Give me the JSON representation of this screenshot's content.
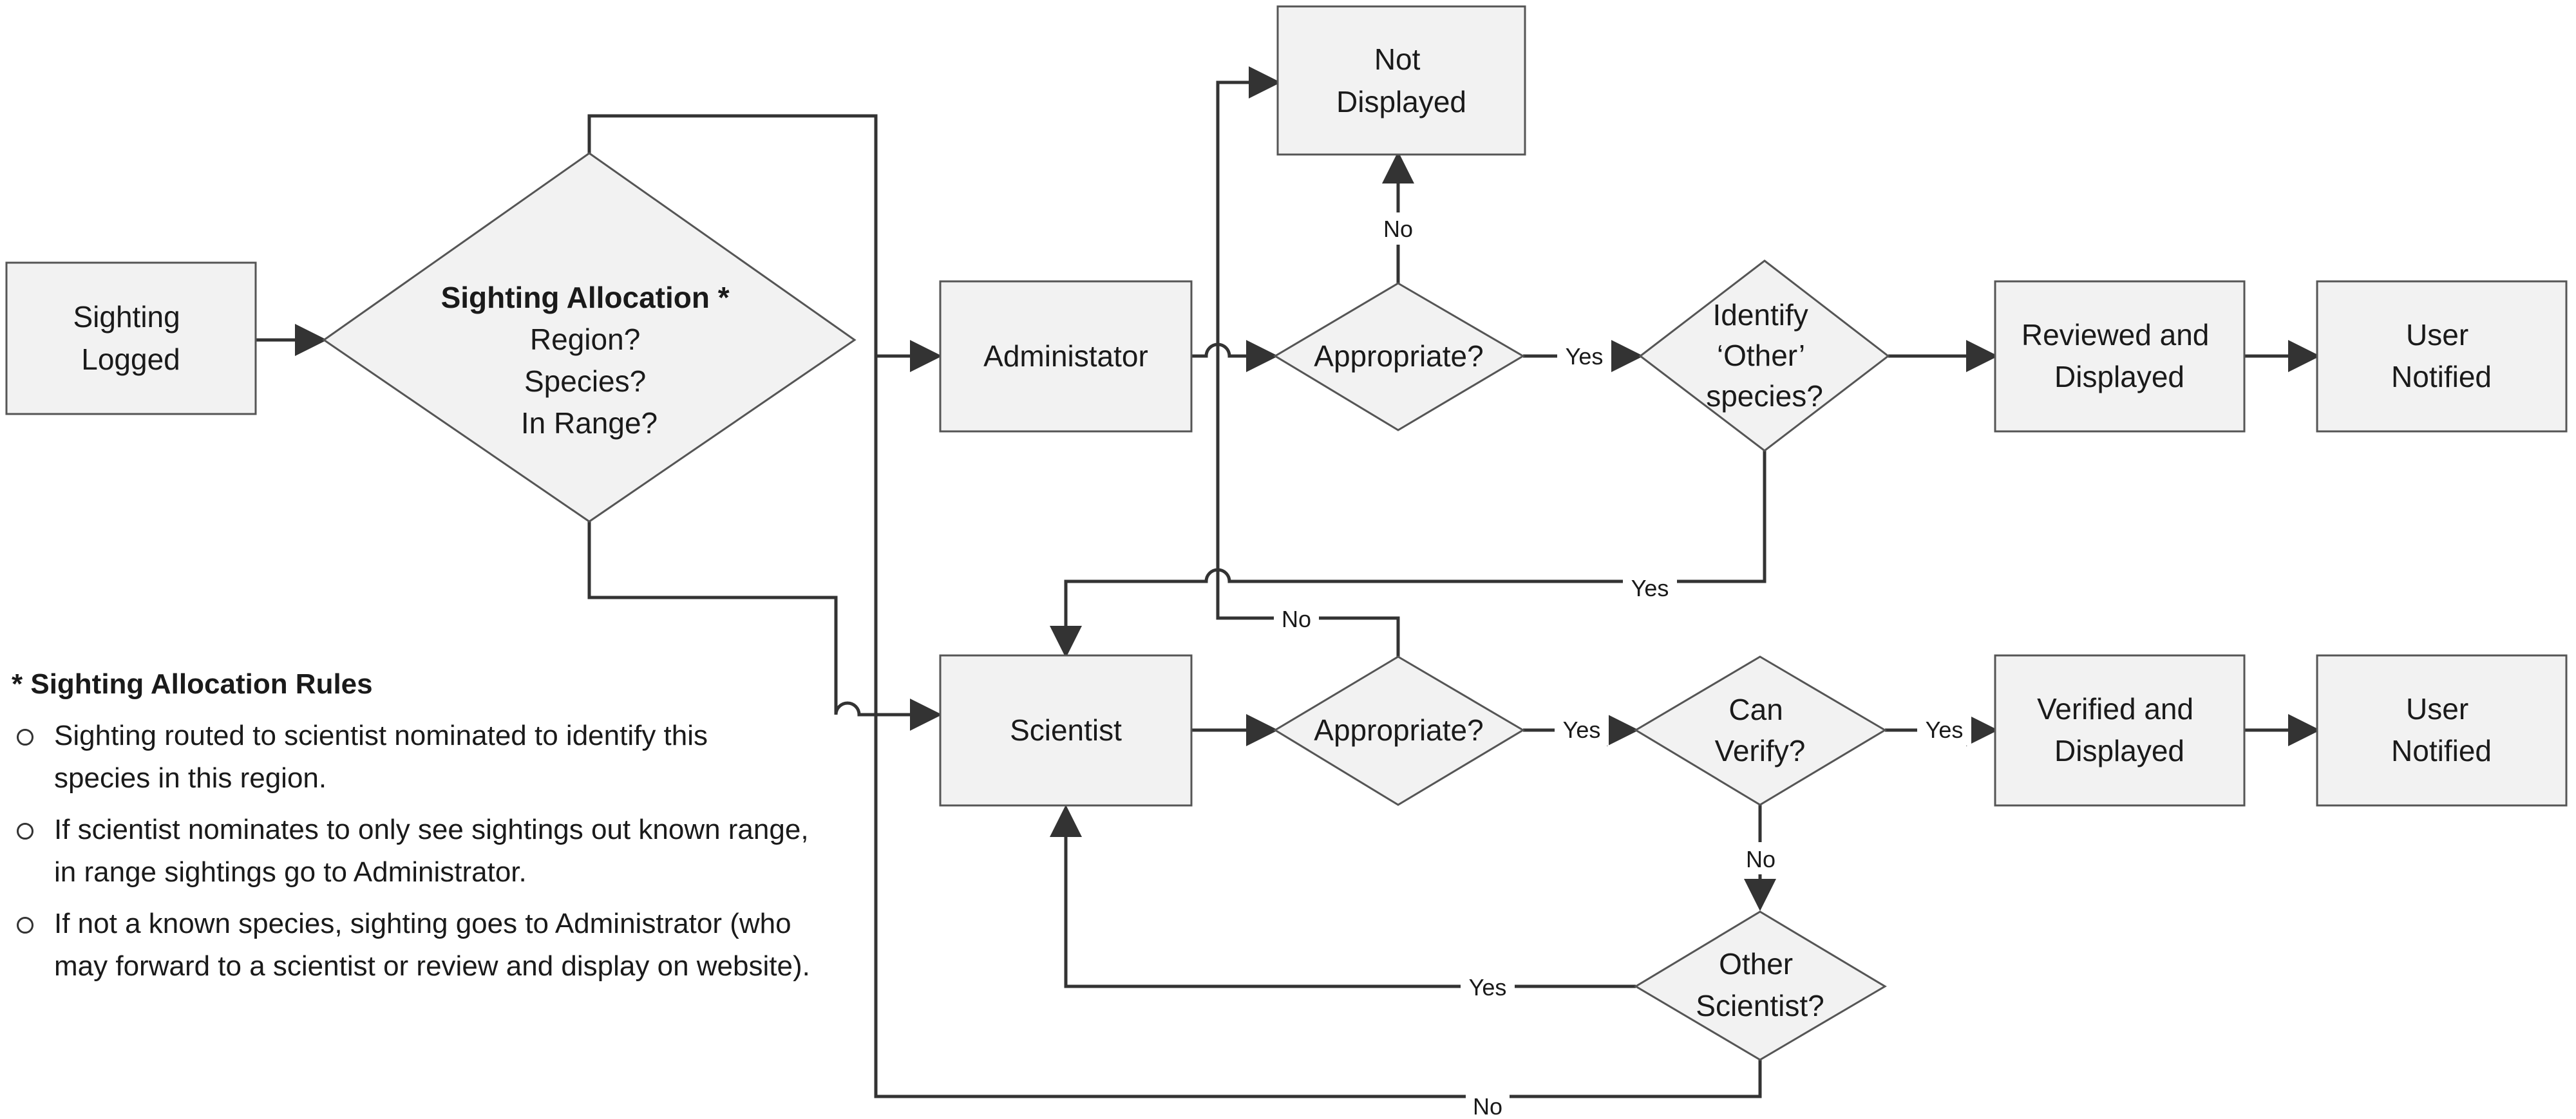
{
  "nodes": {
    "sighting_logged": [
      "Sighting",
      "Logged"
    ],
    "sighting_allocation": [
      "Sighting Allocation *",
      "Region?",
      "Species?",
      "In Range?"
    ],
    "administrator": [
      "Administator"
    ],
    "not_displayed": [
      "Not",
      "Displayed"
    ],
    "admin_appropriate": [
      "Appropriate?"
    ],
    "identify_other": [
      "Identify",
      "‘Other’",
      "species?"
    ],
    "reviewed_displayed": [
      "Reviewed and",
      "Displayed"
    ],
    "user_notified_top": [
      "User",
      "Notified"
    ],
    "scientist": [
      "Scientist"
    ],
    "sci_appropriate": [
      "Appropriate?"
    ],
    "can_verify": [
      "Can",
      "Verify?"
    ],
    "verified_displayed": [
      "Verified and",
      "Displayed"
    ],
    "user_notified_bottom": [
      "User",
      "Notified"
    ],
    "other_scientist": [
      "Other",
      "Scientist?"
    ]
  },
  "edge_labels": {
    "admin_no": "No",
    "admin_yes": "Yes",
    "identify_yes": "Yes",
    "sci_no": "No",
    "sci_yes": "Yes",
    "verify_yes": "Yes",
    "verify_no": "No",
    "other_yes": "Yes",
    "other_no": "No"
  },
  "legend": {
    "title": "* Sighting Allocation Rules",
    "rules": [
      "Sighting routed to scientist nominated to identify this species in this region.",
      "If scientist nominates to only see sightings out known range, in range sightings go to Administrator.",
      "If not a known species, sighting goes to Administrator (who may forward to a scientist or review and display on website)."
    ]
  }
}
